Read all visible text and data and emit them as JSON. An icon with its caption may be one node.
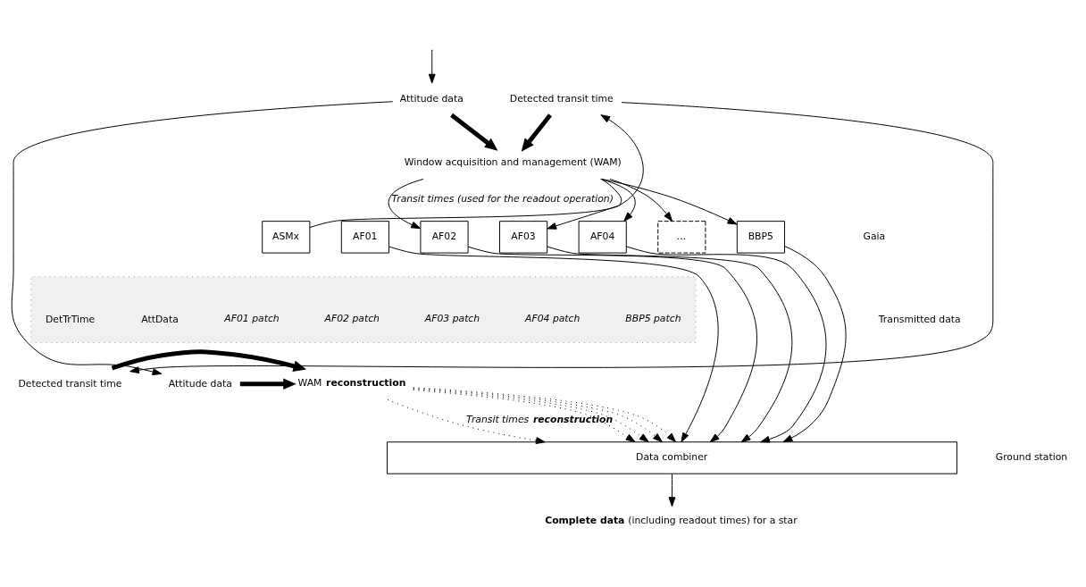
{
  "diagram": {
    "nodes": [
      {
        "text": [
          "Attitude data"
        ]
      },
      {
        "text": [
          "Detected transit time"
        ]
      },
      {
        "text": [
          "Window acquisition and management (WAM)"
        ]
      },
      {
        "text": [
          "ASMx"
        ]
      },
      {
        "text": [
          "AF01"
        ]
      },
      {
        "text": [
          "AF02"
        ]
      },
      {
        "text": [
          "AF03"
        ]
      },
      {
        "text": [
          "AF04"
        ]
      },
      {
        "text": [
          "…"
        ]
      },
      {
        "text": [
          "BBP5"
        ]
      },
      {
        "text": [],
        "shape": "box"
      },
      {
        "text": [
          "DetTrTime"
        ],
        "in": 10
      },
      {
        "text": [
          "AttData"
        ],
        "in": 10
      },
      {
        "text": [
          "AF01 patch"
        ],
        "in": 10
      },
      {
        "text": [
          "AF02 patch"
        ],
        "in": 10
      },
      {
        "text": [
          "AF03 patch"
        ],
        "in": 10
      },
      {
        "text": [
          "AF04 patch"
        ],
        "in": 10
      },
      {
        "text": [
          "BBP5 patch"
        ],
        "in": 10
      },
      {
        "text": [
          "Detected transit time"
        ]
      },
      {
        "text": [
          "Attitude data"
        ]
      },
      {
        "text": [
          "WAM **reconstruction**"
        ]
      },
      {
        "text": [
          "Data combiner"
        ]
      },
      {
        "text": [
          "**Complete data** (including readout times) for a star"
        ]
      }
    ],
    "edges": [
      {
        "from": null,
        "to": 0,
        "arrow": "to"
      },
      {
        "from": 0,
        "to": 2,
        "arrow": "to",
        "style": "thick"
      },
      {
        "from": 1,
        "to": 2,
        "arrow": "to",
        "style": "thick"
      },
      {
        "from": 3,
        "to": 1,
        "arrow": "to"
      },
      {
        "from": 2,
        "to": 5,
        "arrow": "to",
        "label": "Transit times (used for the readout operation)"
      },
      {
        "from": 2,
        "to": 6,
        "arrow": "to"
      },
      {
        "from": 2,
        "to": 7,
        "arrow": "to"
      },
      {
        "from": 2,
        "to": 8,
        "arrow": "to"
      },
      {
        "from": 2,
        "to": 9,
        "arrow": "to"
      },
      {
        "from": 0,
        "to": 19,
        "arrow": "to"
      },
      {
        "from": 1,
        "to": 18,
        "arrow": "to"
      },
      {
        "from": 4,
        "to": 21,
        "arrow": "to"
      },
      {
        "from": 5,
        "to": 21,
        "arrow": "to"
      },
      {
        "from": 6,
        "to": 21,
        "arrow": "to"
      },
      {
        "from": 7,
        "to": 21,
        "arrow": "to"
      },
      {
        "from": 9,
        "to": 21,
        "arrow": "to"
      },
      {
        "from": 18,
        "to": 20,
        "arrow": "to",
        "style": "thick"
      },
      {
        "from": 19,
        "to": 20,
        "arrow": "to",
        "style": "thick"
      },
      {
        "from": 20,
        "to": 21,
        "arrow": "to",
        "style": "dashed",
        "label": "Transit times **reconstruction**"
      },
      {
        "from": 20,
        "to": 21,
        "arrow": "to",
        "style": "dashed"
      },
      {
        "from": 20,
        "to": 21,
        "arrow": "to",
        "style": "dashed"
      },
      {
        "from": 20,
        "to": 21,
        "arrow": "to",
        "style": "dashed"
      },
      {
        "from": 20,
        "to": 21,
        "arrow": "to",
        "style": "dashed"
      },
      {
        "from": 21,
        "to": 22,
        "arrow": "to"
      }
    ],
    "labels": [
      "Gaia",
      "Transmitted data",
      "Ground station"
    ]
  }
}
